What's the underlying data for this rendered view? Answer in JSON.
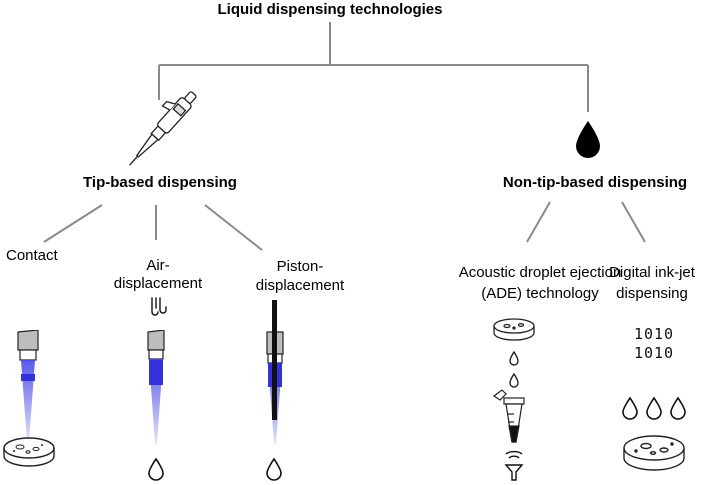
{
  "title": "Liquid dispensing technologies",
  "tip_based": {
    "label": "Tip-based dispensing",
    "methods": {
      "contact": "Contact",
      "air_line1": "Air-",
      "air_line2": "displacement",
      "piston_line1": "Piston-",
      "piston_line2": "displacement"
    }
  },
  "non_tip_based": {
    "label": "Non-tip-based dispensing",
    "methods": {
      "ade_line1": "Acoustic droplet ejection",
      "ade_line2": "(ADE) technology",
      "inkjet_line1": "Digital ink-jet",
      "inkjet_line2": "dispensing"
    }
  },
  "binary": {
    "line1": "1010",
    "line2": "1010"
  },
  "colors": {
    "line": "#808080",
    "liquid": "#4646e6",
    "ink": "#000000"
  }
}
